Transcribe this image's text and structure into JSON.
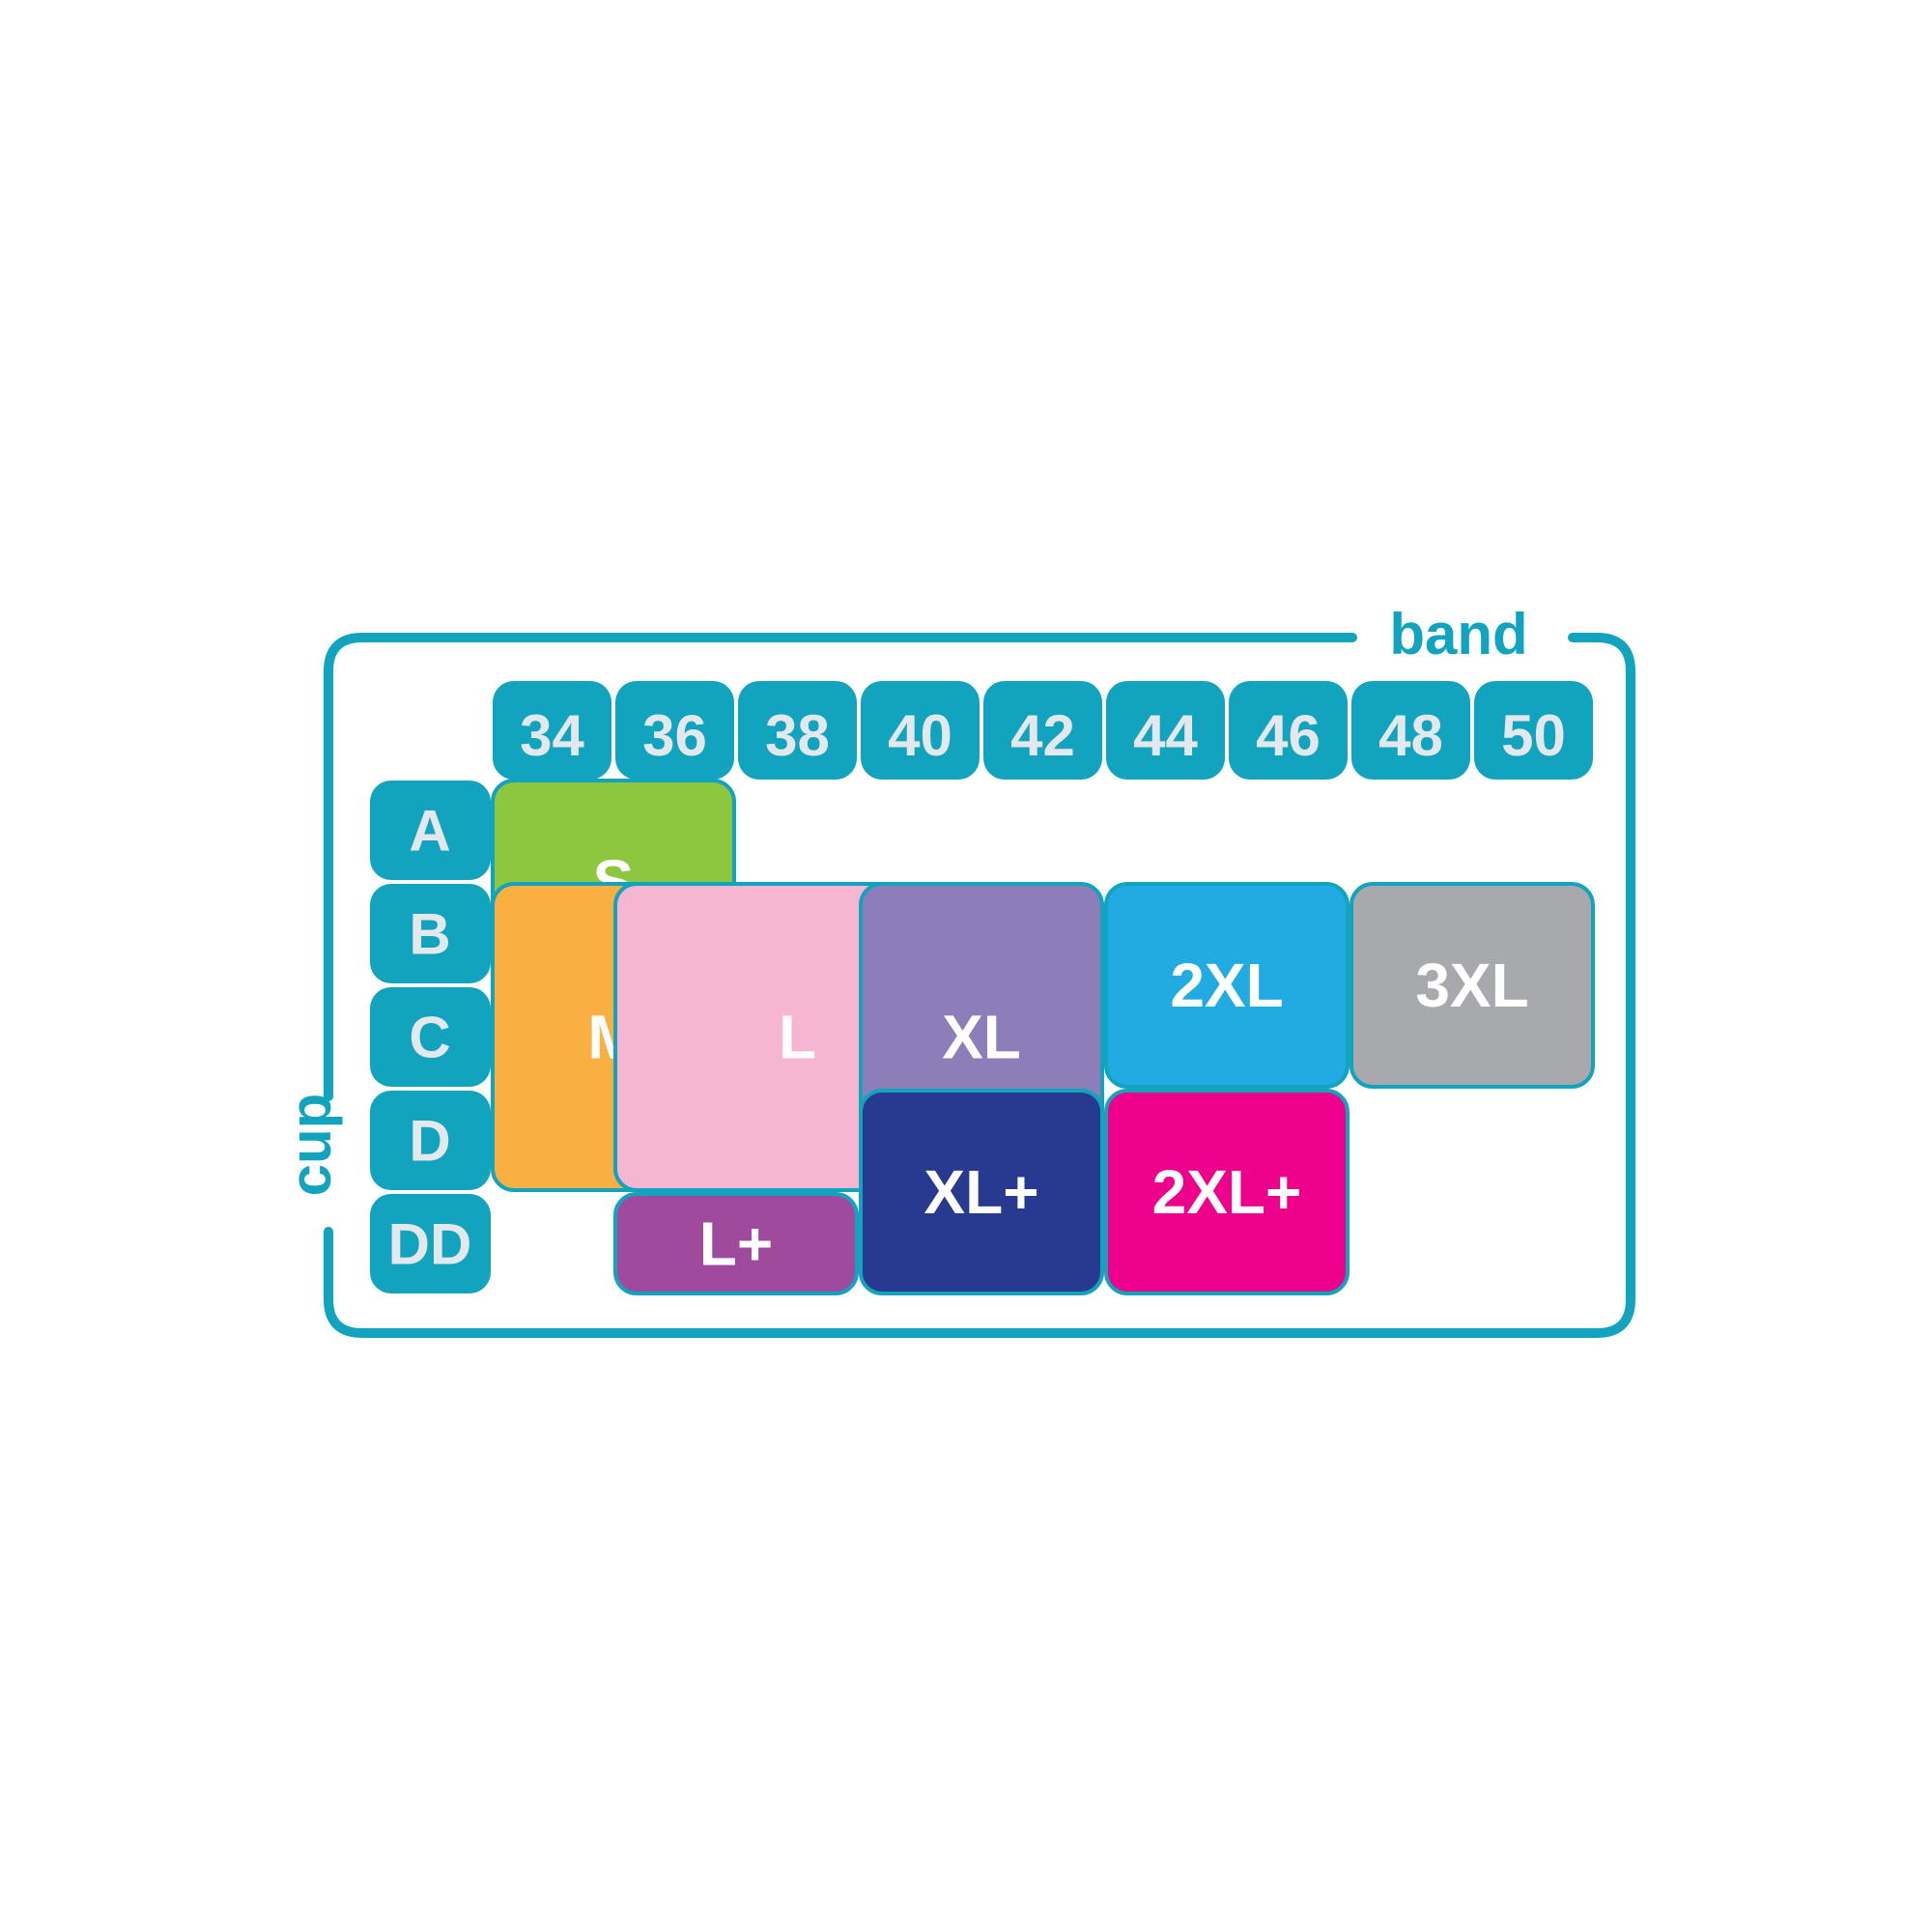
{
  "labels": {
    "band": "band",
    "cup": "cup"
  },
  "band_sizes": [
    "34",
    "36",
    "38",
    "40",
    "42",
    "44",
    "46",
    "48",
    "50"
  ],
  "cup_sizes": [
    "A",
    "B",
    "C",
    "D",
    "DD"
  ],
  "colors": {
    "frame": "#12a3bf",
    "header_text": "#e3e8ec",
    "size_text": "#ffffff"
  },
  "sizes": [
    {
      "id": "s",
      "label": "S",
      "color": "#8dc63f",
      "text_color": "#ffffff",
      "bands": [
        "34",
        "36"
      ],
      "cups": [
        "A",
        "B"
      ]
    },
    {
      "id": "m",
      "label": "M",
      "color": "#f9b040",
      "text_color": "#ffffff",
      "bands": [
        "34",
        "36"
      ],
      "cups": [
        "B",
        "C",
        "D"
      ]
    },
    {
      "id": "l",
      "label": "L",
      "color": "#f6b5d0",
      "text_color": "#ffffff",
      "bands": [
        "36",
        "38",
        "40"
      ],
      "cups": [
        "B",
        "C",
        "D"
      ]
    },
    {
      "id": "xl",
      "label": "XL",
      "color": "#8d7db8",
      "text_color": "#ffffff",
      "bands": [
        "40",
        "42"
      ],
      "cups": [
        "B",
        "C",
        "D"
      ]
    },
    {
      "id": "2xl",
      "label": "2XL",
      "color": "#22abe2",
      "text_color": "#ffffff",
      "bands": [
        "44",
        "46"
      ],
      "cups": [
        "B",
        "C"
      ]
    },
    {
      "id": "3xl",
      "label": "3XL",
      "color": "#a7a9ac",
      "text_color": "#ffffff",
      "bands": [
        "48",
        "50"
      ],
      "cups": [
        "B",
        "C"
      ]
    },
    {
      "id": "lp",
      "label": "L+",
      "color": "#9f4a9d",
      "text_color": "#ffffff",
      "bands": [
        "36",
        "38"
      ],
      "cups": [
        "DD"
      ]
    },
    {
      "id": "xlp",
      "label": "XL+",
      "color": "#283a8f",
      "text_color": "#ffffff",
      "bands": [
        "40",
        "42"
      ],
      "cups": [
        "D",
        "DD"
      ]
    },
    {
      "id": "2xlp",
      "label": "2XL+",
      "color": "#ec008c",
      "text_color": "#ffffff",
      "bands": [
        "44",
        "46"
      ],
      "cups": [
        "D",
        "DD"
      ]
    }
  ]
}
